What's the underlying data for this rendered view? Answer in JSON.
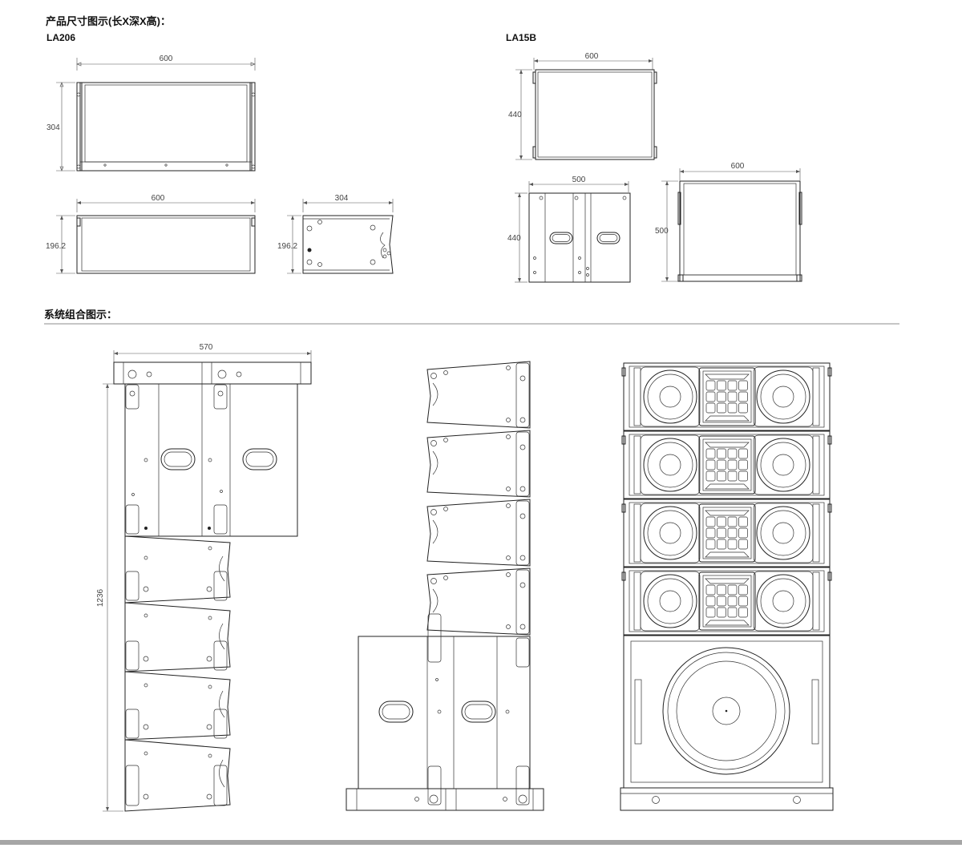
{
  "headings": {
    "product_dimensions": "产品尺寸图示(长X深X高)：",
    "system_combination": "系统组合图示："
  },
  "models": {
    "la206": {
      "name": "LA206",
      "front_width": "600",
      "front_height": "304",
      "top_width": "600",
      "top_height": "196.2",
      "side_width": "304",
      "side_height": "196.2"
    },
    "la15b": {
      "name": "LA15B",
      "front_width": "600",
      "front_height": "440",
      "side_width": "500",
      "side_height": "440",
      "top_width": "600",
      "top_height": "500"
    }
  },
  "system": {
    "width": "570",
    "height": "1236"
  },
  "colors": {
    "line": "#222222",
    "divider": "#b3b3b3",
    "footer_bar": "#a6a6a6"
  }
}
